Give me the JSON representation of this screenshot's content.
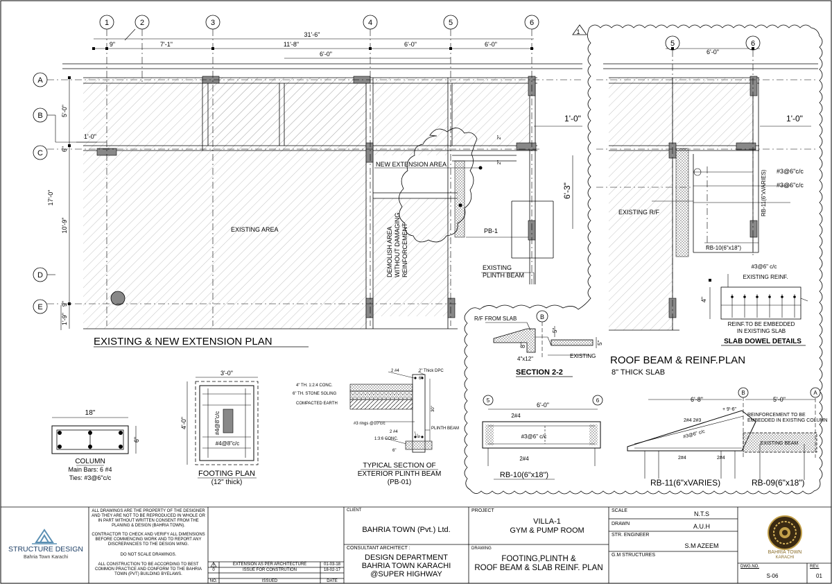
{
  "grid_lines": {
    "g1": "1",
    "g2": "2",
    "g3": "3",
    "g4": "4",
    "g5": "5",
    "g6": "6",
    "gA": "A",
    "gB": "B",
    "gC": "C",
    "gD": "D",
    "gE": "E"
  },
  "revision_tag": "1",
  "plan": {
    "title": "EXISTING & NEW EXTENSION PLAN",
    "dim_total": "31'-6\"",
    "dim_9in": "9\"",
    "dim_7_1": "7'-1\"",
    "dim_11_8": "11'-8\"",
    "dim_6_0": "6'-0\"",
    "dim_5_0": "5'-0\"",
    "dim_17_0": "17'-0\"",
    "dim_10_9": "10'-9\"",
    "dim_1_9": "1'-9\"",
    "dim_1_0": "1'-0\"",
    "dim_6in": "6\"",
    "dim_6_3": "6'-3\"",
    "dim_2in": "2\"",
    "existing_area": "EXISTING AREA",
    "new_extension_area": "NEW EXTENSION AREA",
    "demolish_note_1": "DEMOLISH AREA",
    "demolish_note_2": "WITHOUT DAMAGING",
    "demolish_note_3": "REINFORCEMENT",
    "pb1": "PB-1",
    "existing_plinth_1": "EXISTING",
    "existing_plinth_2": "PLINTH BEAM"
  },
  "roof": {
    "title": "ROOF BEAM & REINF.PLAN",
    "subtitle": "8\" THICK SLAB",
    "dim_6_0": "6'-0\"",
    "dim_1_0": "1'-0\"",
    "rebar_1": "#3@6\"c/c",
    "rebar_2": "#3@6\"c/c",
    "rb11_label": "RB-11(6\"xVARIES)",
    "existing_rf": "EXISTING R/F",
    "rb10_label": "RB-10(6\"x18\")"
  },
  "dowel": {
    "title": "SLAB DOWEL DETAILS",
    "rebar": "#3@6\" c/c",
    "existing_reinf": "EXISTING REINF.",
    "embed_1": "REINF.TO BE EMBEDDED",
    "embed_2": "IN EXISTING SLAB",
    "dim_4": "4\""
  },
  "section22": {
    "title": "SECTION 2-2",
    "rf_from_slab": "R/F FROM SLAB",
    "grid": "B",
    "dim_8": "8\"",
    "dim_5": "5\"",
    "dim_4x12": "4\"x12\"",
    "existing": "EXISTING",
    "dim_5b": "5\""
  },
  "column": {
    "dim_18": "18\"",
    "dim_6": "6\"",
    "title": "COLUMN",
    "main_bars": "Main Bars: 6 #4",
    "ties": "Ties: #3@6\"c/c"
  },
  "footing": {
    "dim_3_0": "3'-0\"",
    "dim_4_0": "4'-0\"",
    "rebar_v": "#4@8\"c/c",
    "rebar_h": "#4@8\"c/c",
    "title": "FOOTING PLAN",
    "subtitle": "(12\" thick)"
  },
  "pb_section": {
    "conc": "4\" TH. 1:2:4 CONC.",
    "soling": "6\" TH. STONE SOLING",
    "earth": "COMPACTED EARTH",
    "bar_top": "2 #4",
    "dpc": "2\" Thick DPC",
    "dim_6": "6\"",
    "dim_30": "30\"",
    "rings": "#3 rings @10\"c/c",
    "bar_bot": "2 #4",
    "plinth_beam": "PLINTH BEAM",
    "conc_136": "1:3:6 CONC.",
    "dim_6b": "6\"",
    "dim_6c": "6\"",
    "title_1": "TYPICAL SECTION OF",
    "title_2": "EXTERIOR PLINTH BEAM",
    "title_3": "(PB-01)"
  },
  "rb10": {
    "dim": "6'-0\"",
    "g5": "5",
    "g6": "6",
    "top": "2#4",
    "mid": "#3@6\" c/c",
    "bot": "2#4",
    "title": "RB-10(6\"x18\")"
  },
  "rb11": {
    "dim_6_8": "6'-8\"",
    "dim_5_0": "5'-0\"",
    "gB": "B",
    "gA": "A",
    "dim_9_6": "+ 9'-6\"",
    "top_bars": "2#4  2#3",
    "stirrups": "#3@6\" c/c",
    "bot_1": "2#4",
    "bot_2": "2#4",
    "embed_1": "REINFORCEMENT TO BE",
    "embed_2": "EMBEDDED IN EXISTING COLUMN",
    "existing_beam": "EXISTING BEAM",
    "title_rb11": "RB-11(6\"xVARIES)",
    "title_rb09": "RB-09(6\"x18\")"
  },
  "titleblock": {
    "logo_title": "STRUCTURE DESIGN",
    "logo_sub": "Bahria Town Karachi",
    "note_1": "ALL DRAWINGS ARE THE PROPERTY OF THE DESIGNER AND THEY ARE NOT TO BE REPRODUCED IN WHOLE OR IN PART WITHOUT WRITTEN CONSENT FROM THE PLANING & DESIGN (BAHRIA TOWN).",
    "note_2": "CONTRACTOR TO CHECK AND VERIFY ALL DIMENSIONS BEFORE COMMENCING WORK AND TO REPORT ANY DISCREPANCIES TO THE DESIGN WING.",
    "note_3": "DO NOT SCALE DRAWINGS.",
    "note_4": "ALL CONSTRUCTION TO BE ACCORDING TO BEST COMMON PRACTICE AND CONFORM TO THE BAHRIA TOWN (PVT) BUILDING BYELAWS.",
    "rev_1_no": "1",
    "rev_1_desc": "EXTENSION AS PER ARCHITECTURE",
    "rev_1_date": "01-03-18",
    "rev_0_no": "0",
    "rev_0_desc": "ISSUE FOR CONSTRUTION",
    "rev_0_date": "18-02-17",
    "hdr_no": "NO.",
    "hdr_issued": "ISSUED",
    "hdr_date": "DATE",
    "client_label": "CLIENT",
    "client": "BAHRIA TOWN (Pvt.) Ltd.",
    "consultant_label": "CONSULTANT ARCHITECT :",
    "consultant_1": "DESIGN DEPARTMENT",
    "consultant_2": "BAHRIA TOWN KARACHI",
    "consultant_3": "@SUPER HIGHWAY",
    "project_label": "PROJECT",
    "project_1": "VILLA-1",
    "project_2": "GYM & PUMP ROOM",
    "drawing_label": "DRAWING",
    "drawing_1": "FOOTING,PLINTH &",
    "drawing_2": "ROOF BEAM & SLAB REINF. PLAN",
    "scale_label": "SCALE",
    "scale": "N.T.S",
    "drawn_label": "DRAWN",
    "drawn": "A.U.H",
    "eng_label": "STR. ENGINEER",
    "eng": "S.M AZEEM",
    "gm_label": "G.M STRUCTURES",
    "brand_1": "BAHRIA TOWN",
    "brand_2": "KARACHI",
    "dwg_no_label": "DWG.NO.",
    "dwg_no": "S-06",
    "rev_label": "REV.",
    "rev": "01"
  }
}
